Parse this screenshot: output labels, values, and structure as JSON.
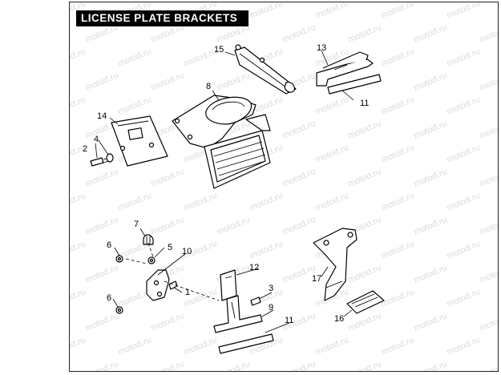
{
  "title": "LICENSE PLATE BRACKETS",
  "watermark_text": "motod.ru",
  "callouts": {
    "c1": "1",
    "c2": "2",
    "c3": "3",
    "c4": "4",
    "c5": "5",
    "c6a": "6",
    "c6b": "6",
    "c7": "7",
    "c8": "8",
    "c9": "9",
    "c10": "10",
    "c11a": "11",
    "c11b": "11",
    "c12": "12",
    "c13": "13",
    "c14": "14",
    "c15": "15",
    "c16": "16",
    "c17": "17"
  }
}
